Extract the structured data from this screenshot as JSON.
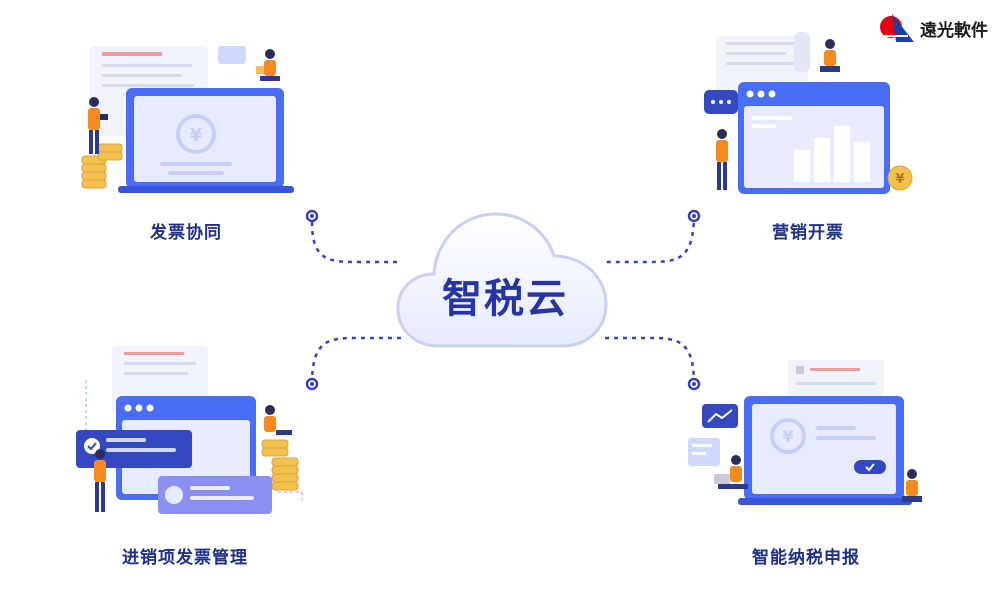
{
  "brand": {
    "name": "遠光軟件",
    "red": "#e60012",
    "blue": "#1e3fa8"
  },
  "center": {
    "title": "智税云"
  },
  "features": [
    {
      "label": "发票协同"
    },
    {
      "label": "营销开票"
    },
    {
      "label": "进销项发票管理"
    },
    {
      "label": "智能纳税申报"
    }
  ],
  "icons": {
    "currency_symbol": "¥"
  },
  "colors": {
    "accent": "#4a6df7",
    "label": "#1f2f8c",
    "orange": "#f58a1f",
    "gold": "#f2c14e",
    "connector": "#3b3fb8"
  }
}
